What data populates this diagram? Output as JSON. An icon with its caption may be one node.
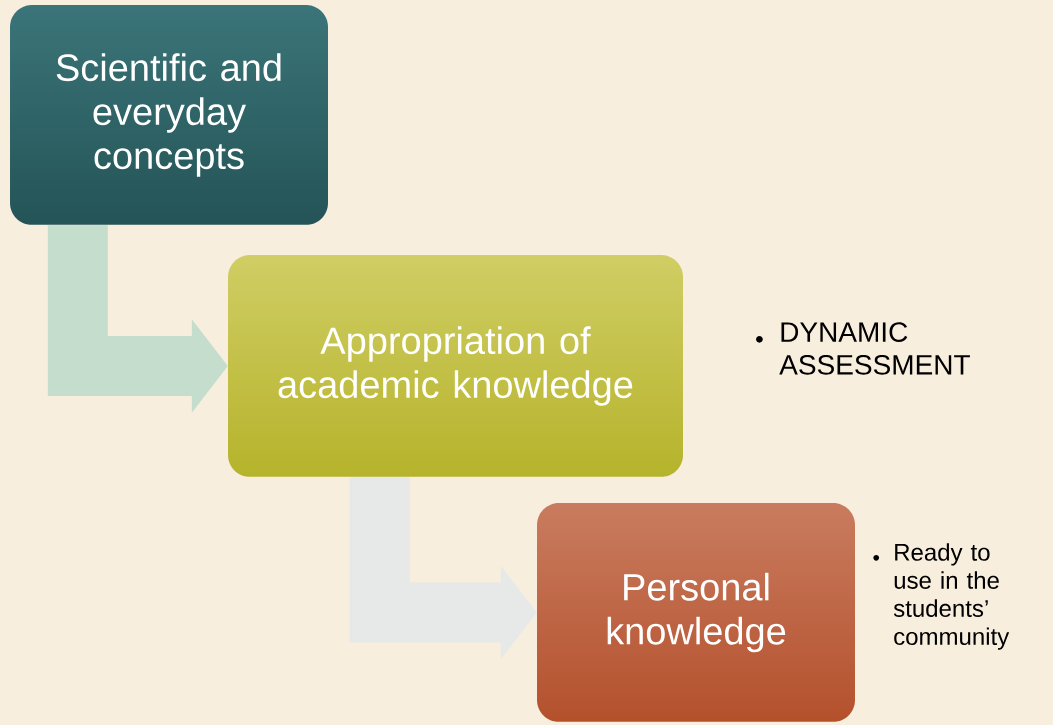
{
  "diagram": {
    "nodes": [
      {
        "text": [
          "Scientific and everyday concepts"
        ]
      },
      {
        "text": [
          "Appropriation of academic knowledge"
        ]
      },
      {
        "text": [
          "Personal knowledge"
        ]
      }
    ],
    "edges": [
      {
        "from": 0,
        "to": 1,
        "arrow": "to",
        "style": "thick",
        "color": "#c5ddcd"
      },
      {
        "from": 1,
        "to": 2,
        "arrow": "to",
        "style": "thick",
        "color": "#e7e8e8"
      }
    ],
    "labels": [
      "DYNAMIC ASSESSMENT",
      "Ready to use in the students’ community"
    ]
  }
}
